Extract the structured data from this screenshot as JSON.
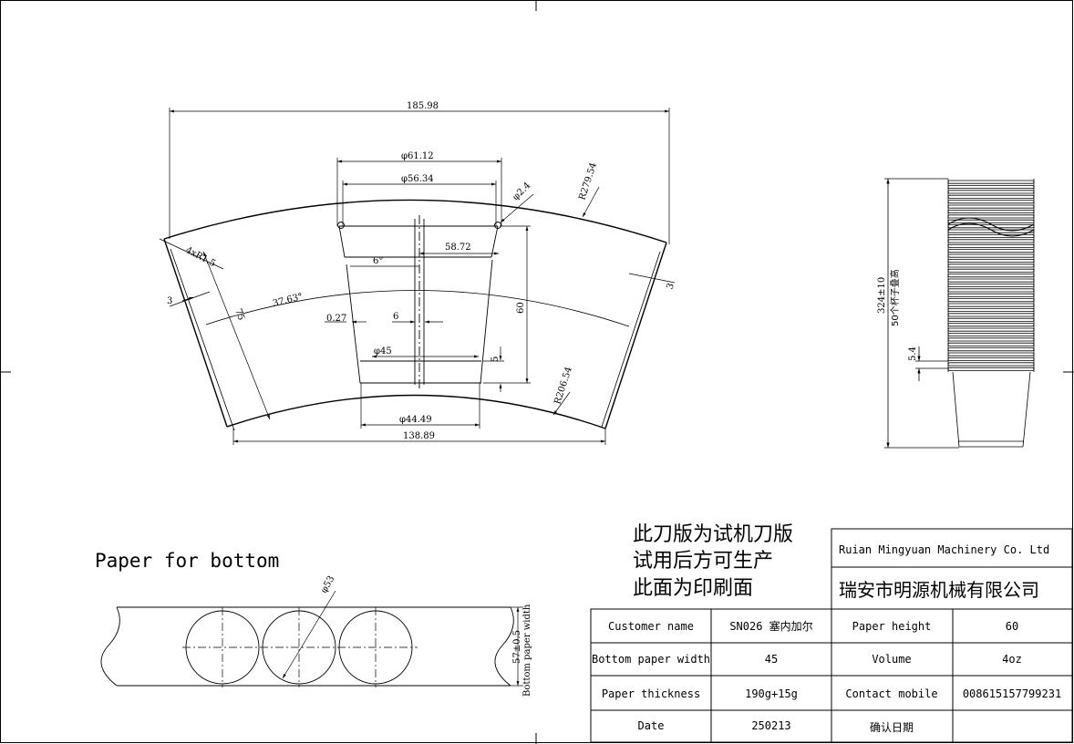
{
  "drawing": {
    "fan": {
      "width_top": "185.98",
      "dia_top_outer": "φ61.12",
      "dia_top_inner": "φ56.34",
      "hole_dia": "φ2.4",
      "outer_radius": "R279.54",
      "corner_radius": "4xR1.5",
      "margin_left": "3",
      "margin_right": "3",
      "half_width": "58.72",
      "taper_angle": "6°",
      "sweep_angle": "37.63°",
      "slant_height": "75",
      "offset": "0.27",
      "overlap": "6",
      "cup_height": "60",
      "dia_bottom": "φ45",
      "bottom_step": "5",
      "inner_radius": "R206.54",
      "dia_base": "φ44.49",
      "width_bottom": "138.89"
    },
    "stack": {
      "stack_height": "324±10",
      "stack_note": "50个杯子叠高",
      "rim_pitch": "5.4"
    },
    "bottom_paper": {
      "title": "Paper for bottom",
      "circle_dia": "φ53",
      "width_value": "57±0.5",
      "width_label": "Bottom paper width"
    },
    "notes": [
      "此刀版为试机刀版",
      "试用后方可生产",
      "此面为印刷面"
    ]
  },
  "company": {
    "name_en": "Ruian Mingyuan Machinery Co. Ltd",
    "name_cn": "瑞安市明源机械有限公司"
  },
  "title_block": {
    "rows": [
      {
        "label1": "Customer name",
        "value1": "SN026 塞内加尔",
        "label2": "Paper height",
        "value2": "60"
      },
      {
        "label1": "Bottom paper width",
        "value1": "45",
        "label2": "Volume",
        "value2": "4oz"
      },
      {
        "label1": "Paper thickness",
        "value1": "190g+15g",
        "label2": "Contact mobile",
        "value2": "008615157799231"
      },
      {
        "label1": "Date",
        "value1": "250213",
        "label2": "确认日期",
        "value2": ""
      }
    ]
  }
}
